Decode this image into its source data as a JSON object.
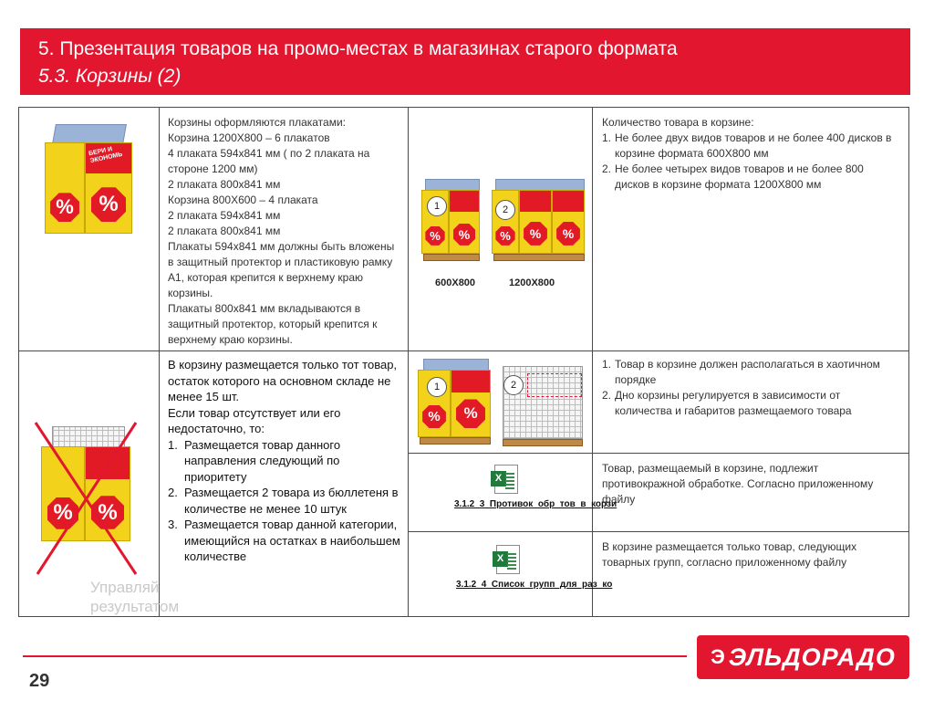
{
  "header": {
    "title": "5. Презентация товаров на промо-местах в магазинах старого формата",
    "subtitle": "5.3. Корзины (2)"
  },
  "row1": {
    "poster_lines": [
      "Корзины оформляются плакатами:",
      "Корзина 1200Х800 – 6 плакатов",
      "4 плаката  594х841 мм ( по 2 плаката на стороне 1200 мм)",
      "2 плаката  800х841 мм",
      "Корзина  800Х600 – 4 плаката",
      "2 плаката  594х841 мм",
      "2 плаката  800х841 мм",
      "Плакаты 594х841 мм должны быть вложены в защитный протектор и пластиковую рамку А1, которая крепится к верхнему краю корзины.",
      "Плакаты  800х841 мм вкладываются в защитный протектор, который крепится к верхнему краю корзины."
    ],
    "badge1": "1",
    "badge2": "2",
    "size1": "600Х800",
    "size2": "1200Х800",
    "qty_intro": "Количество товара в  корзине:",
    "qty_items": [
      {
        "n": "1.",
        "text": "Не более двух видов товаров и не более 400 дисков  в корзине формата 600Х800  мм"
      },
      {
        "n": "2.",
        "text": "Не более четырех видов товаров и не более 800 дисков  в корзине формата 1200Х800 мм"
      }
    ]
  },
  "row2": {
    "rule_lines": [
      "В корзину размещается только тот товар, остаток которого на основном складе не менее 15 шт.",
      "Если товар отсутствует  или его недостаточно, то:"
    ],
    "rule_items": [
      {
        "n": "1.",
        "text": "Размещается  товар  данного направления  следующий по приоритету"
      },
      {
        "n": "2.",
        "text": "Размещается  2 товара из бюллетеня в количестве не менее 10 штук"
      },
      {
        "n": "3.",
        "text": "Размещается товар данной категории, имеющийся на остатках в наибольшем количестве"
      }
    ],
    "badge1": "1",
    "badge2": "2",
    "placement_items": [
      {
        "n": "1.",
        "text": "Товар в корзине должен располагаться в хаотичном порядке"
      },
      {
        "n": "2.",
        "text": "Дно корзины регулируется в зависимости от количества и габаритов размещаемого товара"
      }
    ],
    "file1_label": "3.1.2_3_Противок_обр_тов_в_корзи",
    "file1_text": "Товар, размещаемый в корзине, подлежит противокражной обработке. Согласно приложенному файлу",
    "file2_label": "3.1.2_4_Список_групп_для_раз_ко",
    "file2_text": "В корзине размещается только товар,  следующих товарных  групп, согласно приложенному файлу"
  },
  "basket_labels": {
    "band_text": "БЕРИ И ЭКОНОМЬ",
    "percent": "%"
  },
  "watermark": {
    "line1": "Управляй",
    "line2": "результатом"
  },
  "footer": {
    "page_number": "29",
    "logo_mark": "Э",
    "logo_text": "ЭЛЬДОРАДО"
  },
  "colors": {
    "brand_red": "#e3162f",
    "basket_yellow": "#f2d21a"
  }
}
